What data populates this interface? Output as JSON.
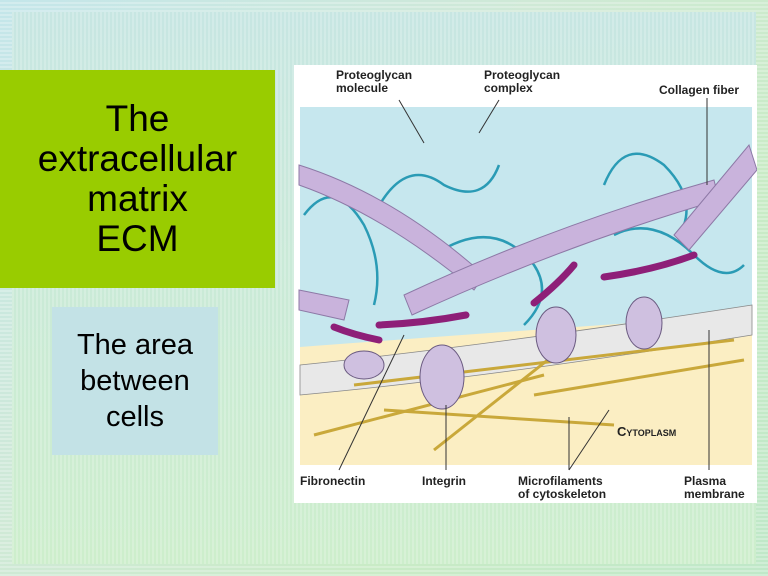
{
  "slide": {
    "title_lines": [
      "The",
      "extracellular",
      "matrix",
      "ECM"
    ],
    "subtitle_lines": [
      "The area",
      "between",
      "cells"
    ]
  },
  "diagram": {
    "labels": {
      "proteoglycan_molecule": [
        "Proteoglycan",
        "molecule"
      ],
      "proteoglycan_complex": [
        "Proteoglycan",
        "complex"
      ],
      "collagen_fiber": "Collagen fiber",
      "cytoplasm": "Cytoplasm",
      "fibronectin": "Fibronectin",
      "integrin": "Integrin",
      "microfilaments": [
        "Microfilaments",
        "of cytoskeleton"
      ],
      "plasma_membrane": [
        "Plasma",
        "membrane"
      ]
    },
    "colors": {
      "title_box": "#99cc00",
      "subtitle_box": "#c3e2e6",
      "extracellular": "#c6e7ee",
      "cytoplasm": "#fbeec3",
      "collagen": "#c9b3dc",
      "fibronectin": "#8e1f78",
      "proteoglycan": "#2a9bb5"
    }
  }
}
